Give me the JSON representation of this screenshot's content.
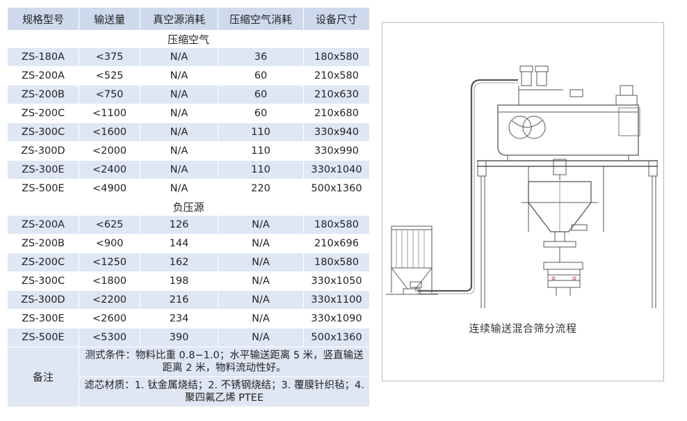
{
  "table": {
    "headers": [
      "规格型号",
      "输送量",
      "真空源消耗",
      "压缩空气消耗",
      "设备尺寸"
    ],
    "section_compressed": "压缩空气",
    "rows_compressed": [
      [
        "ZS-180A",
        "<375",
        "N/A",
        "36",
        "180x580"
      ],
      [
        "ZS-200A",
        "<525",
        "N/A",
        "60",
        "210x580"
      ],
      [
        "ZS-200B",
        "<750",
        "N/A",
        "60",
        "210x630"
      ],
      [
        "ZS-200C",
        "<1100",
        "N/A",
        "60",
        "210x680"
      ],
      [
        "ZS-300C",
        "<1600",
        "N/A",
        "110",
        "330x940"
      ],
      [
        "ZS-300D",
        "<2000",
        "N/A",
        "110",
        "330x990"
      ],
      [
        "ZS-300E",
        "<2400",
        "N/A",
        "110",
        "330x1040"
      ],
      [
        "ZS-500E",
        "<4900",
        "N/A",
        "220",
        "500x1360"
      ]
    ],
    "section_negative": "负压源",
    "rows_negative": [
      [
        "ZS-200A",
        "<625",
        "126",
        "N/A",
        "180x580"
      ],
      [
        "ZS-200B",
        "<900",
        "144",
        "N/A",
        "210x696"
      ],
      [
        "ZS-200C",
        "<1250",
        "162",
        "N/A",
        "180x580"
      ],
      [
        "ZS-300C",
        "<1800",
        "198",
        "N/A",
        "330x1050"
      ],
      [
        "ZS-300D",
        "<2200",
        "216",
        "N/A",
        "330x1100"
      ],
      [
        "ZS-300E",
        "<2600",
        "234",
        "N/A",
        "330x1090"
      ],
      [
        "ZS-500E",
        "<5300",
        "390",
        "N/A",
        "500x1360"
      ]
    ],
    "remarks_label": "备注",
    "remark_test": "测式条件：物料比重 0.8−1.0；水平输送距离 5 米，竖直输送距离 2 米，物料流动性好。",
    "remark_filter": "滤芯材质：1. 钛金属烧结；2. 不锈钢烧结；3. 覆膜针织毡；4. 聚四氟乙烯 PTEE"
  },
  "diagram": {
    "caption": "连续输送混合筛分流程"
  }
}
